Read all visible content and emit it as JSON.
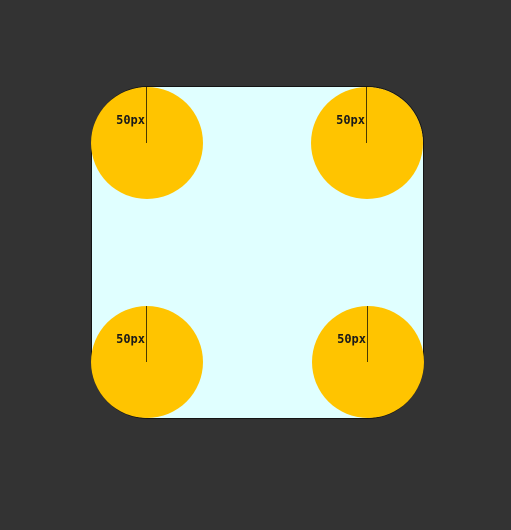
{
  "diagram": {
    "background_color": "#333333",
    "box_color": "#e0ffff",
    "circle_color": "#ffc400",
    "corners": [
      {
        "position": "top-left",
        "label": "50px"
      },
      {
        "position": "top-right",
        "label": "50px"
      },
      {
        "position": "bottom-left",
        "label": "50px"
      },
      {
        "position": "bottom-right",
        "label": "50px"
      }
    ]
  }
}
